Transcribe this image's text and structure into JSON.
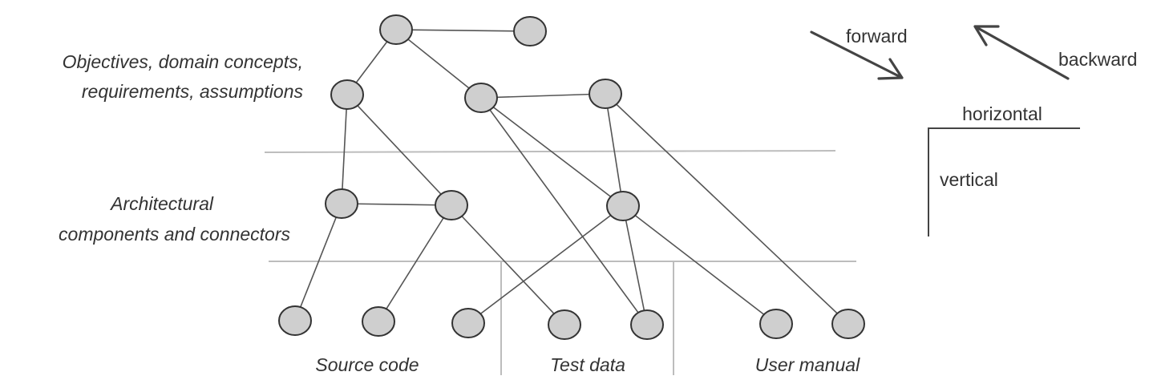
{
  "layers": {
    "top": [
      "Objectives, domain concepts,",
      "requirements, assumptions"
    ],
    "middle": [
      "Architectural",
      "components and connectors"
    ]
  },
  "bottom_groups": {
    "source": "Source code",
    "test": "Test data",
    "manual": "User manual"
  },
  "legend": {
    "forward": "forward",
    "backward": "backward",
    "horizontal": "horizontal",
    "vertical": "vertical"
  },
  "colors": {
    "node_fill": "#cfcfcf",
    "node_stroke": "#333333",
    "edge": "#555555",
    "separator": "#bdbdbd",
    "text": "#333333"
  }
}
